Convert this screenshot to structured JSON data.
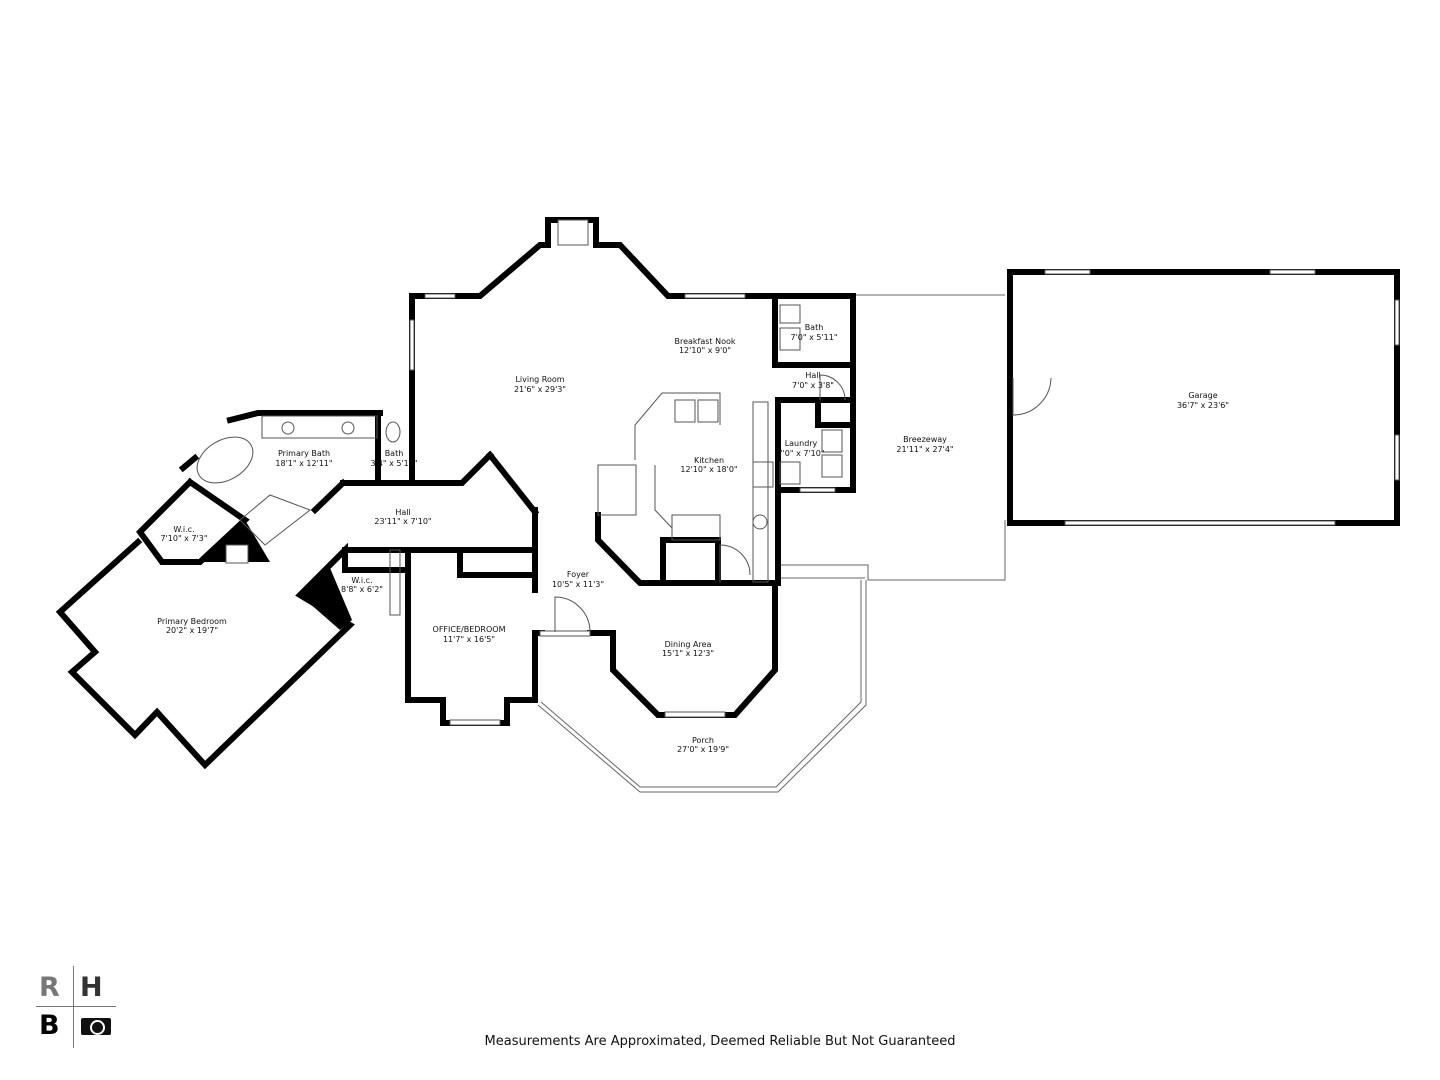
{
  "rooms": [
    {
      "name": "Living Room",
      "size": "21'6\" x 29'3\""
    },
    {
      "name": "Breakfast Nook",
      "size": "12'10\" x 9'0\""
    },
    {
      "name": "Bath",
      "size": "7'0\" x 5'11\""
    },
    {
      "name": "Hall",
      "size": "7'0\" x 3'8\""
    },
    {
      "name": "Kitchen",
      "size": "12'10\" x 18'0\""
    },
    {
      "name": "Laundry",
      "size": "7'0\" x 7'10\""
    },
    {
      "name": "Breezeway",
      "size": "21'11\" x 27'4\""
    },
    {
      "name": "Garage",
      "size": "36'7\" x 23'6\""
    },
    {
      "name": "Primary Bath",
      "size": "18'1\" x 12'11\""
    },
    {
      "name": "Bath",
      "size": "3'4\" x 5'11\""
    },
    {
      "name": "Hall",
      "size": "23'11\" x 7'10\""
    },
    {
      "name": "W.i.c.",
      "size": "7'10\" x 7'3\""
    },
    {
      "name": "W.i.c.",
      "size": "8'8\" x 6'2\""
    },
    {
      "name": "Primary Bedroom",
      "size": "20'2\" x 19'7\""
    },
    {
      "name": "OFFICE/BEDROOM",
      "size": "11'7\" x 16'5\""
    },
    {
      "name": "Foyer",
      "size": "10'5\" x 11'3\""
    },
    {
      "name": "Dining Area",
      "size": "15'1\" x 12'3\""
    },
    {
      "name": "Porch",
      "size": "27'0\" x 19'9\""
    }
  ],
  "logo": {
    "letters": [
      "R",
      "H",
      "B"
    ],
    "icon": "camera-icon"
  },
  "footer": "Measurements Are Approximated, Deemed Reliable But Not Guaranteed"
}
